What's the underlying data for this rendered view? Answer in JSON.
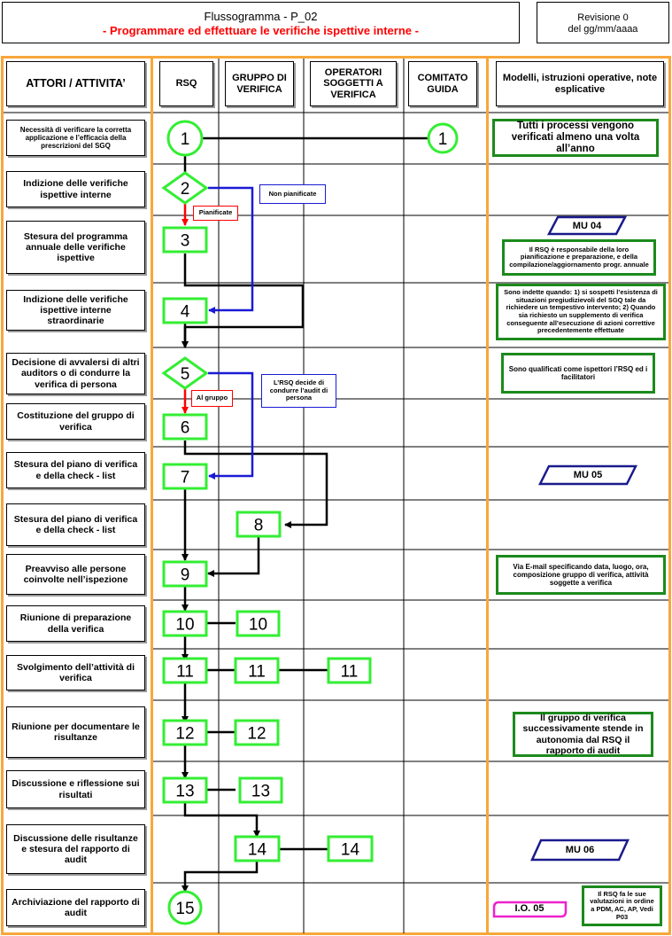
{
  "header": {
    "title": "Flussogramma - P_02",
    "subtitle": "- Programmare ed effettuare le verifiche ispettive interne -",
    "revision_line1": "Revisione 0",
    "revision_line2": "del gg/mm/aaaa"
  },
  "columns": {
    "actors": "ATTORI / ATTIVITA’",
    "rsq": "RSQ",
    "gruppo": "GRUPPO DI VERIFICA",
    "operatori": "OPERATORI SOGGETTI A VERIFICA",
    "comitato": "COMITATO GUIDA",
    "modelli": "Modelli, istruzioni operative, note esplicative"
  },
  "activities": [
    "Necessità di verificare la corretta applicazione e l’efficacia della prescrizioni del SGQ",
    "Indizione delle verifiche ispettive interne",
    "Stesura del programma annuale delle verifiche ispettive",
    "Indizione delle verifiche ispettive interne straordinarie",
    "Decisione di avvalersi di altri auditors o di condurre la verifica di persona",
    "Costituzione del gruppo di verifica",
    "Stesura del piano di verifica e della check - list",
    "Stesura del piano di verifica e della check - list",
    "Preavviso alle persone coinvolte nell’ispezione",
    "Riunione di preparazione della verifica",
    "Svolgimento dell’attività di verifica",
    "Riunione per documentare le risultanze",
    "Discussione e riflessione sui risultati",
    "Discussione delle risultanze e stesura del rapporto di audit",
    "Archiviazione del rapporto di audit"
  ],
  "nodes": {
    "n1": "1",
    "n1b": "1",
    "n2": "2",
    "n3": "3",
    "n4": "4",
    "n5": "5",
    "n6": "6",
    "n7": "7",
    "n8": "8",
    "n9": "9",
    "n10a": "10",
    "n10b": "10",
    "n11a": "11",
    "n11b": "11",
    "n11c": "11",
    "n12a": "12",
    "n12b": "12",
    "n13a": "13",
    "n13b": "13",
    "n14a": "14",
    "n14b": "14",
    "n15": "15"
  },
  "flow_labels": {
    "non_pianificate": "Non pianificate",
    "pianificate": "Pianificate",
    "rsq_decide": "L’RSQ decide di condurre l’audit di persona",
    "al_gruppo": "Al gruppo"
  },
  "notes": {
    "note1": "Tutti i processi vengono verificati almeno una volta all’anno",
    "mu04": "MU 04",
    "note3": "Il RSQ è responsabile della loro pianificazione e preparazione, e della compilazione/aggiornamento progr. annuale",
    "note4": "Sono indette quando: 1) si sospetti l’esistenza di situazioni pregiudizievoli del SGQ tale da richiedere un tempestivo intervento; 2) Quando sia richiesto un supplemento di verifica conseguente all’esecuzione di azioni correttive precedentemente effettuate",
    "note5": "Sono qualificati come ispettori l’RSQ ed i facilitatori",
    "mu05": "MU 05",
    "note9": "Via E-mail specificando data, luogo, ora, composizione gruppo di verifica,  attività soggette a verifica",
    "note12": "Il gruppo di verifica successivamente stende in autonomia dal RSQ il rapporto di audit",
    "mu06": "MU 06",
    "io05": "I.O. 05",
    "note15": "Il RSQ fa le sue valutazioni in ordine a PDM, AC, AP, Vedi P03"
  },
  "colors": {
    "band_border": "#f7a73b",
    "node_green": "#33ee33",
    "note_green": "#1c8a1c",
    "flow_blue": "#1a1ad6",
    "flow_red": "#ff0000",
    "mu_blue": "#1a1a8c",
    "io_magenta": "#ee22cc"
  }
}
